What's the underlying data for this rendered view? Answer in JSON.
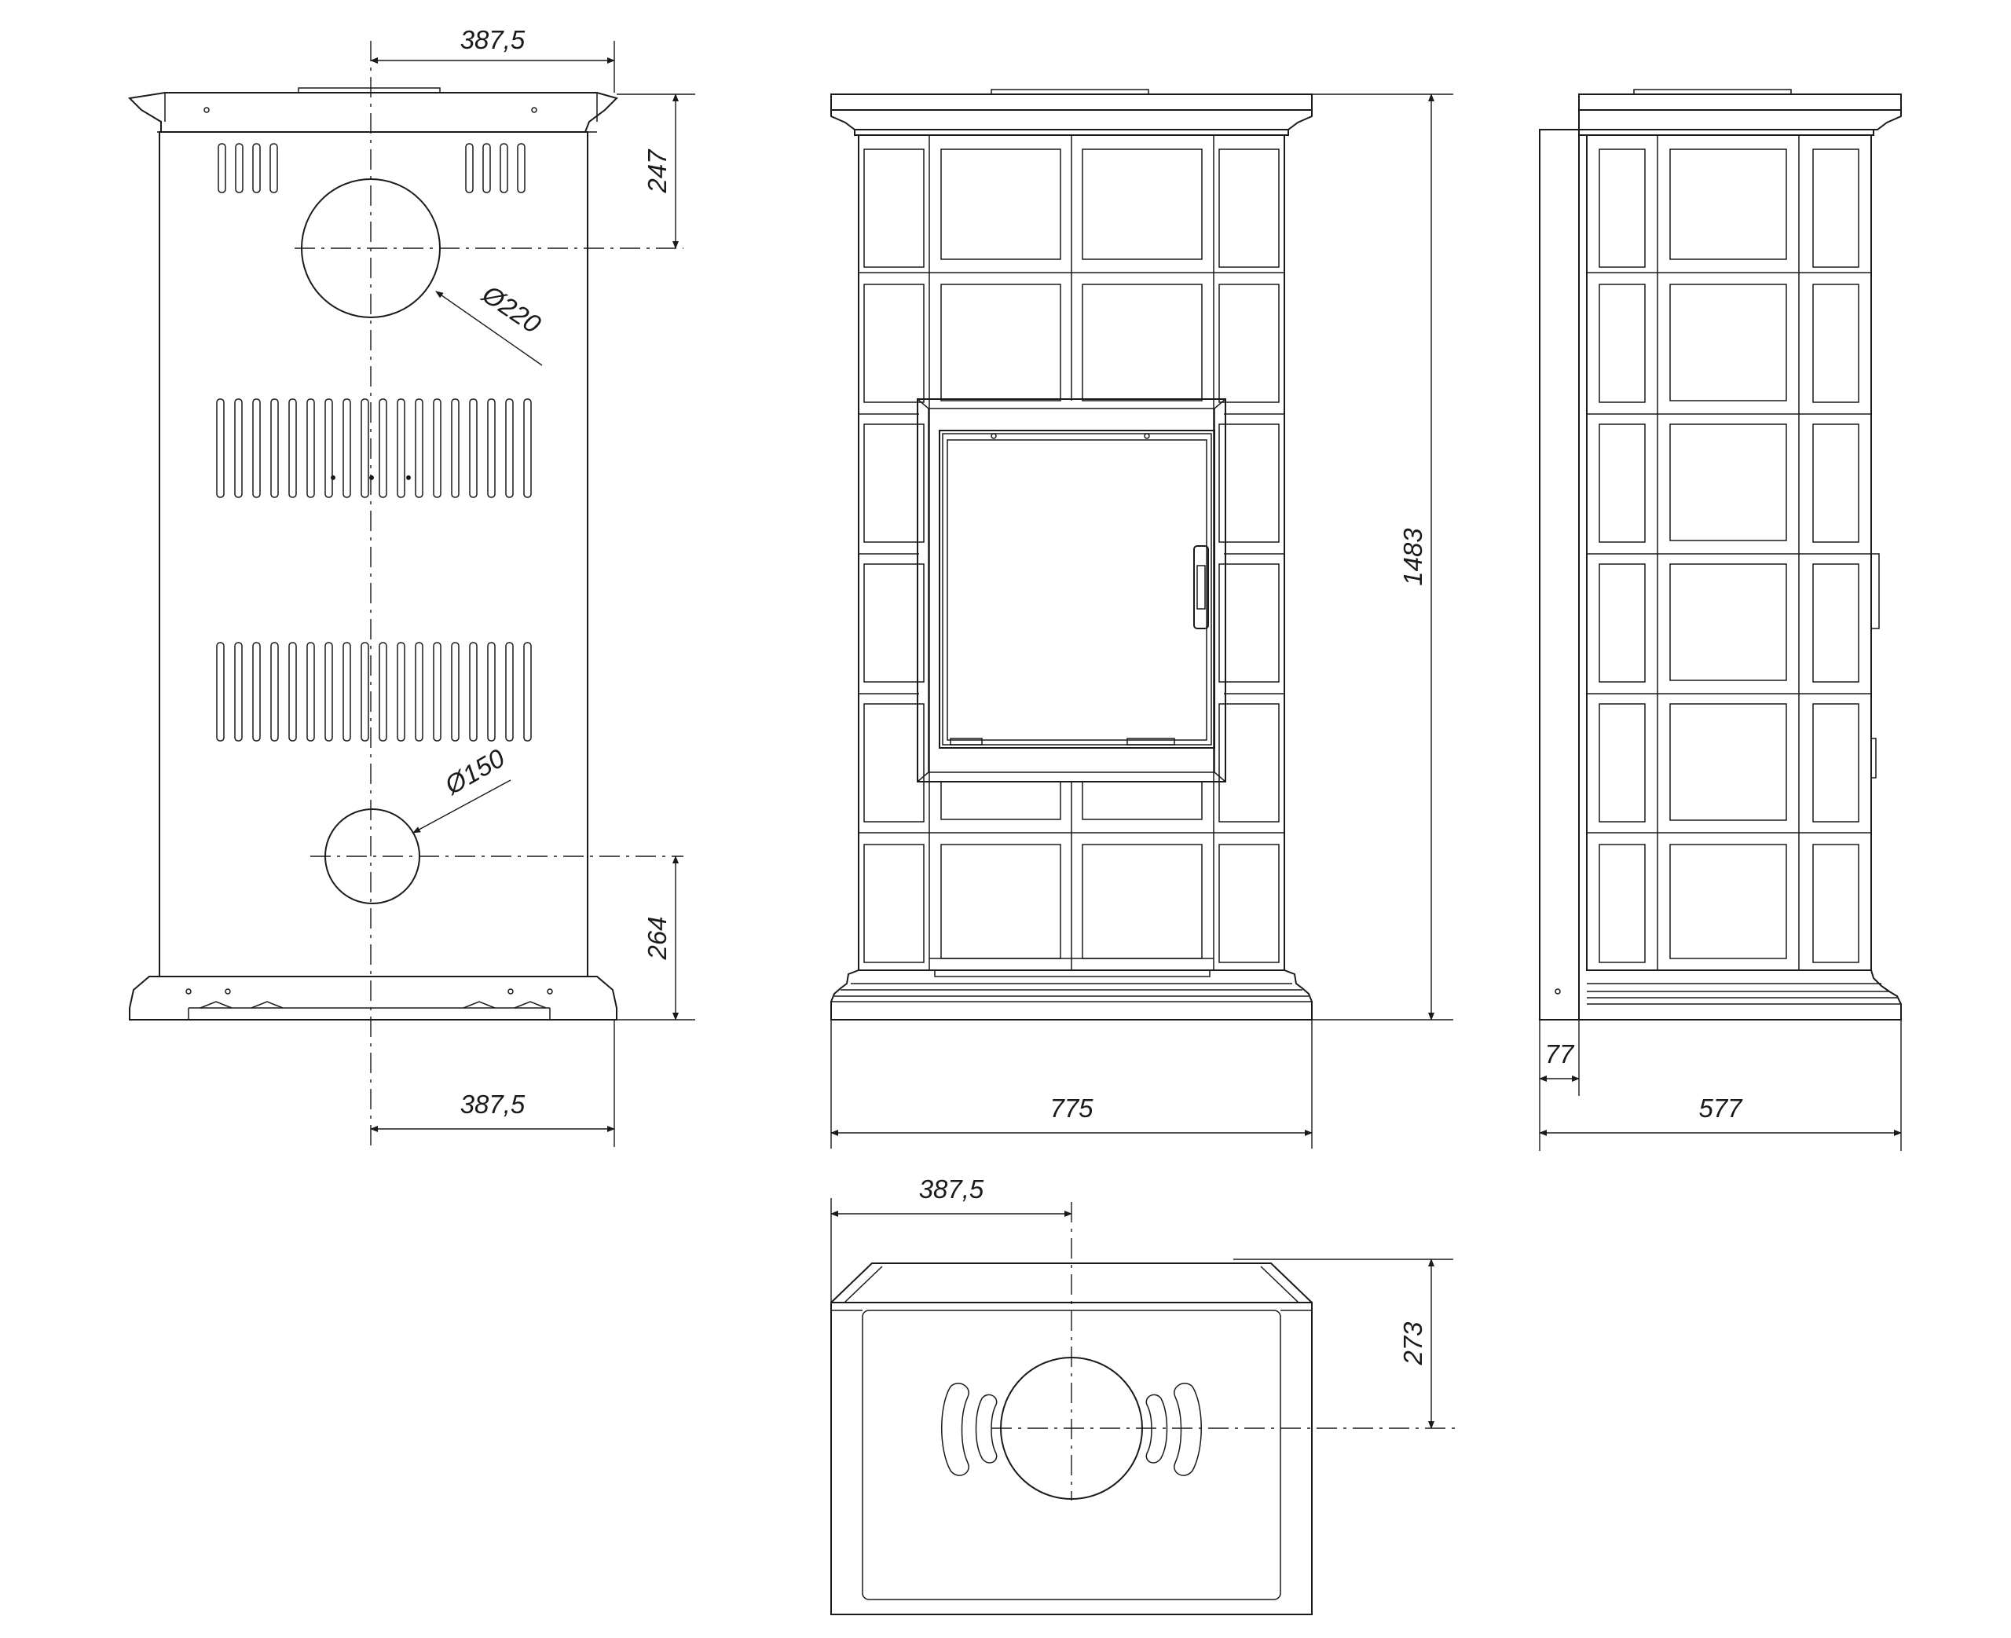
{
  "dimensions": {
    "back_top_half_width": "387,5",
    "back_top_outlet_height": "247",
    "back_top_outlet_diameter": "Ø220",
    "back_bottom_inlet_diameter": "Ø150",
    "back_bottom_inlet_height": "264",
    "back_bottom_half_width": "387,5",
    "front_total_height": "1483",
    "front_total_width": "775",
    "side_offset": "77",
    "side_depth": "577",
    "top_half_width": "387,5",
    "top_outlet_depth": "273"
  }
}
